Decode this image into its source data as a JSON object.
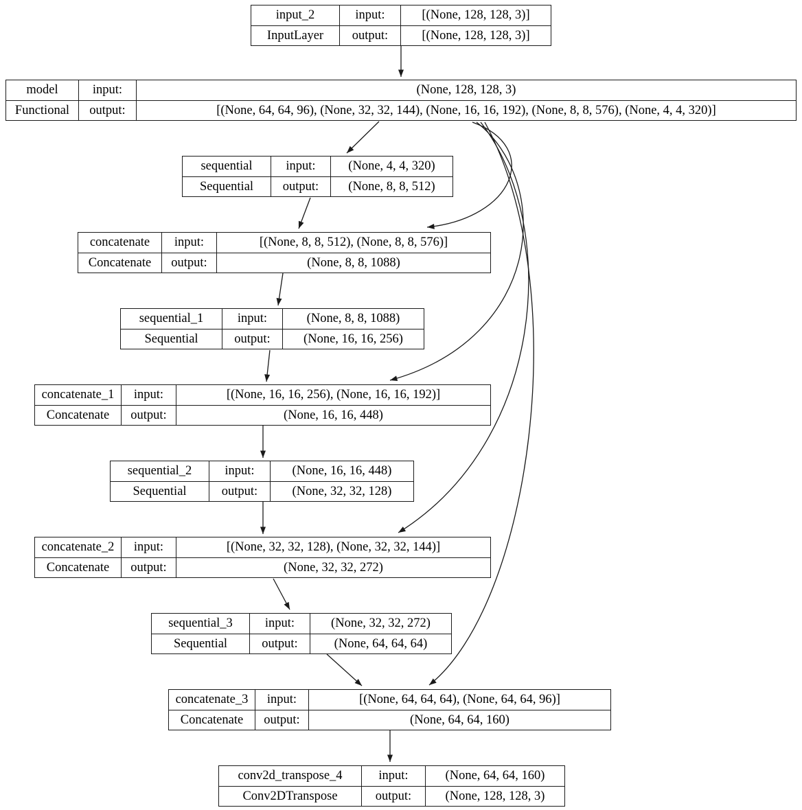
{
  "diagram": {
    "kind": "keras-model-plot",
    "row_labels": {
      "input": "input:",
      "output": "output:"
    },
    "nodes": [
      {
        "id": "input_2",
        "name": "input_2",
        "type": "InputLayer",
        "input": "[(None, 128, 128, 3)]",
        "output": "[(None, 128, 128, 3)]"
      },
      {
        "id": "model",
        "name": "model",
        "type": "Functional",
        "input": "(None, 128, 128, 3)",
        "output": "[(None, 64, 64, 96), (None, 32, 32, 144), (None, 16, 16, 192), (None, 8, 8, 576), (None, 4, 4, 320)]"
      },
      {
        "id": "sequential",
        "name": "sequential",
        "type": "Sequential",
        "input": "(None, 4, 4, 320)",
        "output": "(None, 8, 8, 512)"
      },
      {
        "id": "concatenate",
        "name": "concatenate",
        "type": "Concatenate",
        "input": "[(None, 8, 8, 512), (None, 8, 8, 576)]",
        "output": "(None, 8, 8, 1088)"
      },
      {
        "id": "sequential_1",
        "name": "sequential_1",
        "type": "Sequential",
        "input": "(None, 8, 8, 1088)",
        "output": "(None, 16, 16, 256)"
      },
      {
        "id": "concatenate_1",
        "name": "concatenate_1",
        "type": "Concatenate",
        "input": "[(None, 16, 16, 256), (None, 16, 16, 192)]",
        "output": "(None, 16, 16, 448)"
      },
      {
        "id": "sequential_2",
        "name": "sequential_2",
        "type": "Sequential",
        "input": "(None, 16, 16, 448)",
        "output": "(None, 32, 32, 128)"
      },
      {
        "id": "concatenate_2",
        "name": "concatenate_2",
        "type": "Concatenate",
        "input": "[(None, 32, 32, 128), (None, 32, 32, 144)]",
        "output": "(None, 32, 32, 272)"
      },
      {
        "id": "sequential_3",
        "name": "sequential_3",
        "type": "Sequential",
        "input": "(None, 32, 32, 272)",
        "output": "(None, 64, 64, 64)"
      },
      {
        "id": "concatenate_3",
        "name": "concatenate_3",
        "type": "Concatenate",
        "input": "[(None, 64, 64, 64), (None, 64, 64, 96)]",
        "output": "(None, 64, 64, 160)"
      },
      {
        "id": "conv2d_transpose_4",
        "name": "conv2d_transpose_4",
        "type": "Conv2DTranspose",
        "input": "(None, 64, 64, 160)",
        "output": "(None, 128, 128, 3)"
      }
    ],
    "edges": [
      {
        "from": "input_2",
        "to": "model"
      },
      {
        "from": "model",
        "to": "sequential"
      },
      {
        "from": "sequential",
        "to": "concatenate"
      },
      {
        "from": "model",
        "to": "concatenate"
      },
      {
        "from": "concatenate",
        "to": "sequential_1"
      },
      {
        "from": "sequential_1",
        "to": "concatenate_1"
      },
      {
        "from": "model",
        "to": "concatenate_1"
      },
      {
        "from": "concatenate_1",
        "to": "sequential_2"
      },
      {
        "from": "sequential_2",
        "to": "concatenate_2"
      },
      {
        "from": "model",
        "to": "concatenate_2"
      },
      {
        "from": "concatenate_2",
        "to": "sequential_3"
      },
      {
        "from": "sequential_3",
        "to": "concatenate_3"
      },
      {
        "from": "model",
        "to": "concatenate_3"
      },
      {
        "from": "concatenate_3",
        "to": "conv2d_transpose_4"
      }
    ],
    "colors": {
      "background": "#ffffff",
      "line": "#1a1a1a",
      "text": "#000000"
    }
  }
}
